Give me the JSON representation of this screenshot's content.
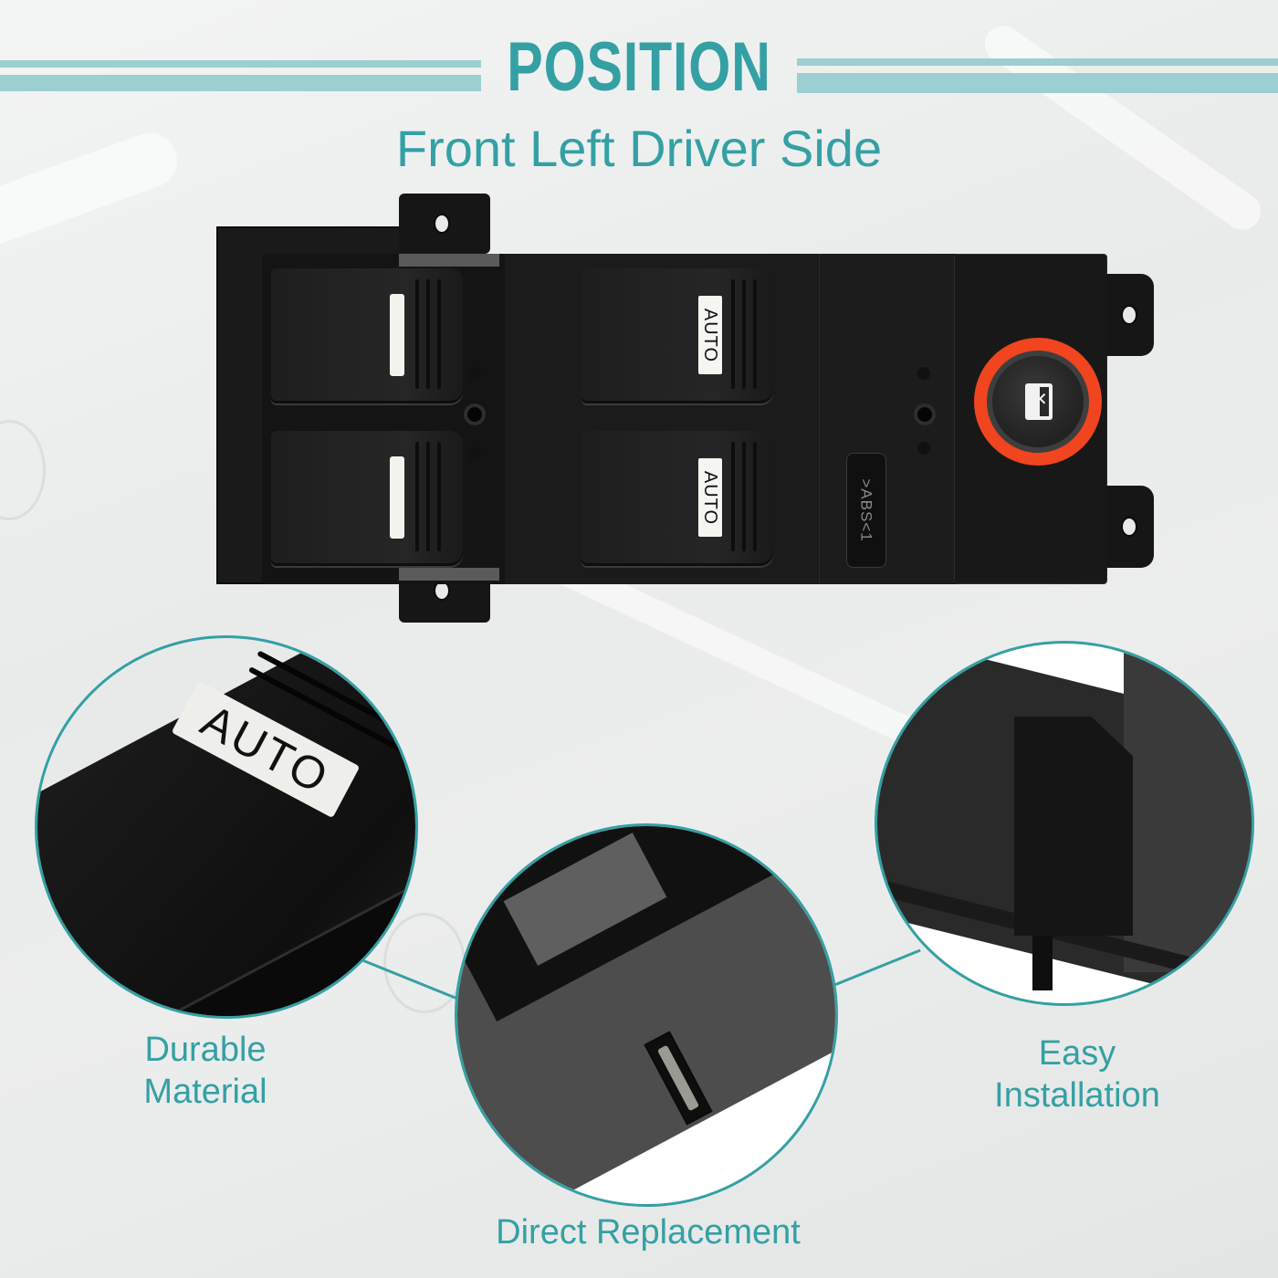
{
  "header": {
    "title": "POSITION",
    "subtitle": "Front Left Driver Side"
  },
  "colors": {
    "accent_teal": "#34a0a4",
    "header_bar": "#9ccfd1",
    "lock_ring_orange": "#f0451e",
    "product_black": "#141414",
    "background": "#eceded"
  },
  "product": {
    "name": "Power window master switch",
    "rockers": [
      {
        "position": "front-left",
        "label": "",
        "mark": "white-bar"
      },
      {
        "position": "rear-left",
        "label": "",
        "mark": "white-bar"
      },
      {
        "position": "front-right",
        "label": "AUTO"
      },
      {
        "position": "rear-right",
        "label": "AUTO"
      }
    ],
    "material_marking": ">ABS<1",
    "lock_button_icon": "window-lock-icon"
  },
  "callouts": [
    {
      "id": "durable",
      "label_line1": "Durable",
      "label_line2": "Material",
      "detail_text": "AUTO"
    },
    {
      "id": "replacement",
      "label_line1": "Direct Replacement",
      "label_line2": ""
    },
    {
      "id": "installation",
      "label_line1": "Easy",
      "label_line2": "Installation"
    }
  ]
}
